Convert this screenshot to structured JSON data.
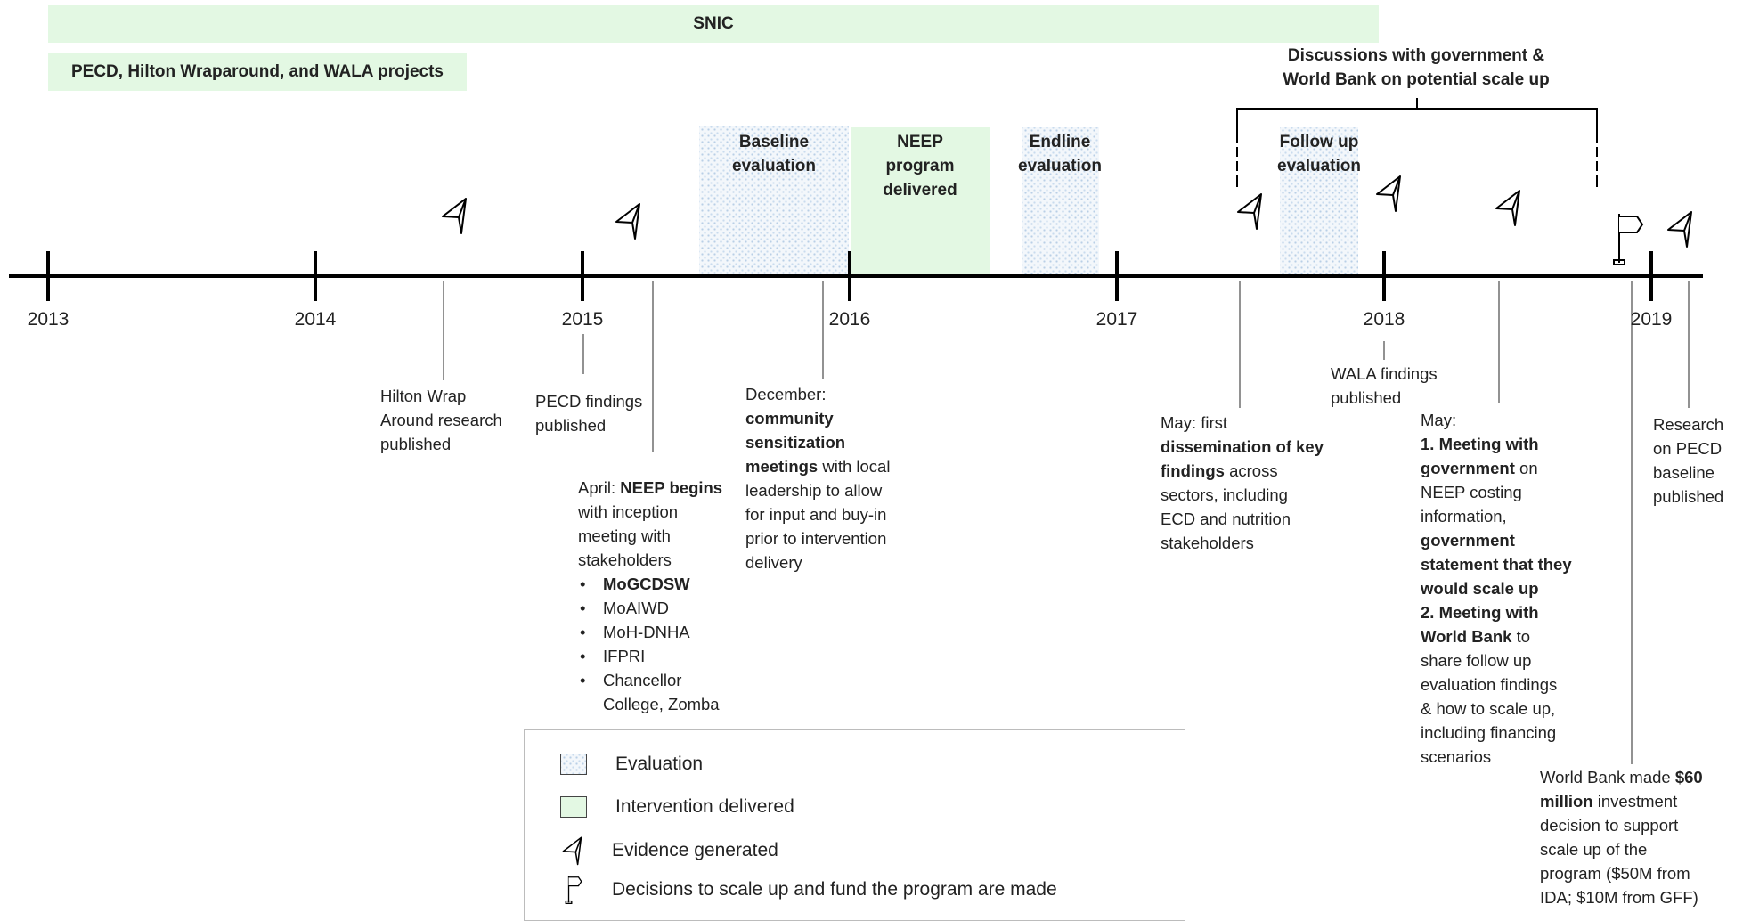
{
  "bands": {
    "snic": "SNIC",
    "projects": "PECD, Hilton Wraparound, and WALA projects"
  },
  "bracket_label": [
    "Discussions with government &",
    "World Bank on potential scale up"
  ],
  "boxes": {
    "baseline": [
      "Baseline",
      "evaluation"
    ],
    "neep": [
      "NEEP",
      "program",
      "delivered"
    ],
    "endline": [
      "Endline",
      "evaluation"
    ],
    "followup": [
      "Follow up",
      "evaluation"
    ]
  },
  "years": [
    "2013",
    "2014",
    "2015",
    "2016",
    "2017",
    "2018",
    "2019"
  ],
  "annotations": {
    "hilton": [
      "Hilton Wrap",
      "Around research",
      "published"
    ],
    "pecd": [
      "PECD findings",
      "published"
    ],
    "april": {
      "l1_a": "April: ",
      "l1_b": "NEEP begins",
      "l2": "with inception",
      "l3": "meeting with",
      "l4": "stakeholders",
      "bullets": [
        "MoGCDSW",
        "MoAIWD",
        "MoH-DNHA",
        "IFPRI",
        "Chancellor",
        "College, Zomba"
      ]
    },
    "december": {
      "l1": "December:",
      "l2": "community",
      "l3": "sensitization",
      "l4_b": "meetings",
      "l4_r": " with local",
      "l5": "leadership to allow",
      "l6": "for input and buy-in",
      "l7": "prior to intervention",
      "l8": "delivery"
    },
    "may1": {
      "l1": "May: first",
      "l2": "dissemination of key",
      "l3_b": "findings",
      "l3_r": " across",
      "l4": "sectors, including",
      "l5": "ECD and nutrition",
      "l6": "stakeholders"
    },
    "wala": [
      "WALA findings",
      "published"
    ],
    "may2": {
      "l1": "May:",
      "l2": "1. Meeting with",
      "l3_b": "government",
      "l3_r": " on",
      "l4": "NEEP costing",
      "l5": "information,",
      "l6": "government",
      "l7": "statement that they",
      "l8": "would scale up",
      "l9": "2. Meeting with",
      "l10_b": "World Bank",
      "l10_r": " to",
      "l11": "share follow up",
      "l12": "evaluation findings",
      "l13": "& how to scale up,",
      "l14": "including financing",
      "l15": "scenarios"
    },
    "worldbank": {
      "l1_r": "World Bank made ",
      "l1_b": "$60",
      "l2_b": "million",
      "l2_r": " investment",
      "l3": "decision to support",
      "l4": "scale up of the",
      "l5": "program ($50M from",
      "l6": "IDA; $10M from GFF)"
    },
    "research": [
      "Research",
      "on PECD",
      "baseline",
      "published"
    ]
  },
  "legend": {
    "evaluation": "Evaluation",
    "intervention": "Intervention delivered",
    "evidence": "Evidence generated",
    "decisions": "Decisions to scale up and fund the program are made"
  },
  "colors": {
    "green_fill": "#e3f8e3",
    "evaluation_dots": "#b9cfe6",
    "axis": "#000000",
    "connector": "#777777"
  },
  "icons": {
    "evidence": "paper-plane-icon",
    "decision": "flag-icon"
  }
}
